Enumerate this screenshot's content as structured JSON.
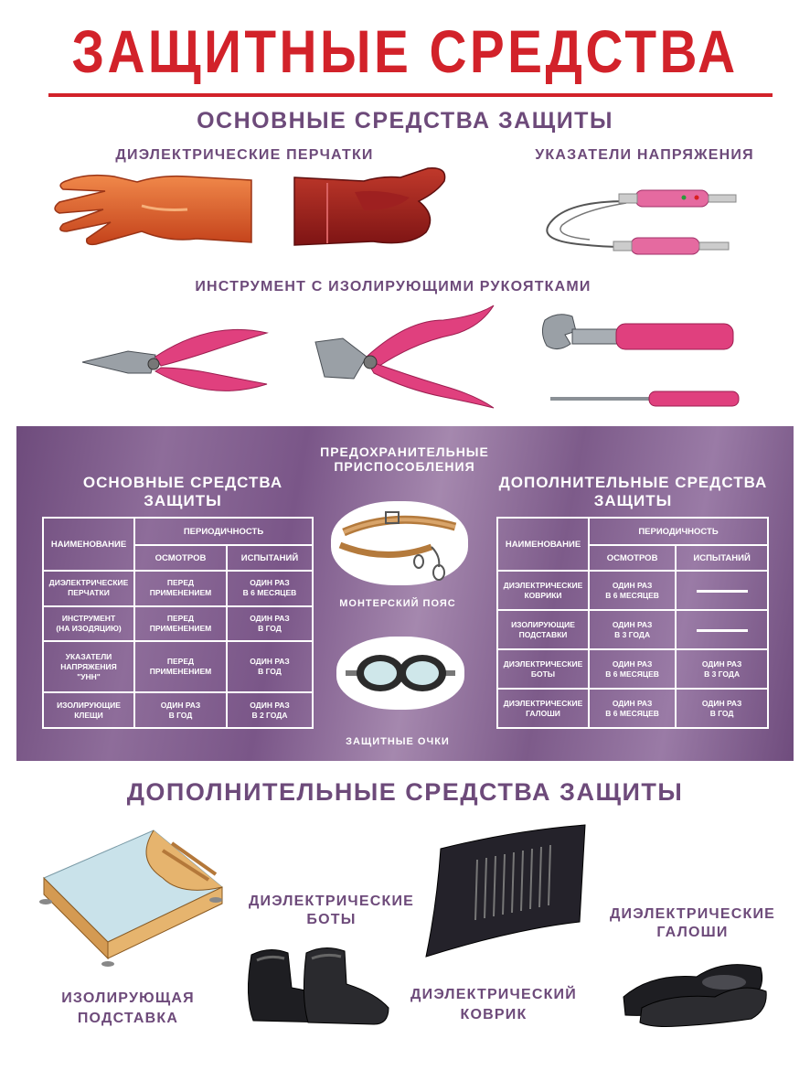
{
  "title": "ЗАЩИТНЫЕ СРЕДСТВА",
  "main": {
    "heading": "ОСНОВНЫЕ СРЕДСТВА ЗАЩИТЫ",
    "gloves_label": "ДИЭЛЕКТРИЧЕСКИЕ ПЕРЧАТКИ",
    "indicators_label": "УКАЗАТЕЛИ НАПРЯЖЕНИЯ",
    "tools_label": "ИНСТРУМЕНТ С ИЗОЛИРУЮЩИМИ РУКОЯТКАМИ"
  },
  "band": {
    "left_heading_1": "ОСНОВНЫЕ СРЕДСТВА",
    "left_heading_2": "ЗАЩИТЫ",
    "center_heading_1": "ПРЕДОХРАНИТЕЛЬНЫЕ",
    "center_heading_2": "ПРИСПОСОБЛЕНИЯ",
    "belt_label": "МОНТЕРСКИЙ ПОЯС",
    "goggles_label": "ЗАЩИТНЫЕ ОЧКИ",
    "right_heading_1": "ДОПОЛНИТЕЛЬНЫЕ СРЕДСТВА",
    "right_heading_2": "ЗАЩИТЫ"
  },
  "table_headers": {
    "name": "НАИМЕНОВАНИЕ",
    "period": "ПЕРИОДИЧНОСТЬ",
    "inspections": "ОСМОТРОВ",
    "tests": "ИСПЫТАНИЙ"
  },
  "left_table": [
    {
      "name_1": "ДИЭЛЕКТРИЧЕСКИЕ",
      "name_2": "ПЕРЧАТКИ",
      "name_3": "",
      "insp_1": "ПЕРЕД",
      "insp_2": "ПРИМЕНЕНИЕМ",
      "test_1": "ОДИН РАЗ",
      "test_2": "В 6 МЕСЯЦЕВ"
    },
    {
      "name_1": "ИНСТРУМЕНТ",
      "name_2": "(НА ИЗОДЯЦИЮ)",
      "name_3": "",
      "insp_1": "ПЕРЕД",
      "insp_2": "ПРИМЕНЕНИЕМ",
      "test_1": "ОДИН РАЗ",
      "test_2": "В ГОД"
    },
    {
      "name_1": "УКАЗАТЕЛИ",
      "name_2": "НАПРЯЖЕНИЯ",
      "name_3": "\"УНН\"",
      "insp_1": "ПЕРЕД",
      "insp_2": "ПРИМЕНЕНИЕМ",
      "test_1": "ОДИН РАЗ",
      "test_2": "В ГОД"
    },
    {
      "name_1": "ИЗОЛИРУЮЩИЕ",
      "name_2": "КЛЕЩИ",
      "name_3": "",
      "insp_1": "ОДИН РАЗ",
      "insp_2": "В ГОД",
      "test_1": "ОДИН РАЗ",
      "test_2": "В 2 ГОДА"
    }
  ],
  "right_table": [
    {
      "name_1": "ДИЭЛЕКТРИЧЕСКИЕ",
      "name_2": "КОВРИКИ",
      "insp_1": "ОДИН РАЗ",
      "insp_2": "В 6 МЕСЯЦЕВ",
      "test_1": "",
      "test_2": ""
    },
    {
      "name_1": "ИЗОЛИРУЮЩИЕ",
      "name_2": "ПОДСТАВКИ",
      "insp_1": "ОДИН РАЗ",
      "insp_2": "В 3 ГОДА",
      "test_1": "",
      "test_2": ""
    },
    {
      "name_1": "ДИЭЛЕКТРИЧЕСКИЕ",
      "name_2": "БОТЫ",
      "insp_1": "ОДИН РАЗ",
      "insp_2": "В 6 МЕСЯЦЕВ",
      "test_1": "ОДИН РАЗ",
      "test_2": "В 3 ГОДА"
    },
    {
      "name_1": "ДИЭЛЕКТРИЧЕСКИЕ",
      "name_2": "ГАЛОШИ",
      "insp_1": "ОДИН РАЗ",
      "insp_2": "В 6 МЕСЯЦЕВ",
      "test_1": "ОДИН РАЗ",
      "test_2": "В ГОД"
    }
  ],
  "additional": {
    "heading": "ДОПОЛНИТЕЛЬНЫЕ СРЕДСТВА ЗАЩИТЫ",
    "boots_1": "ДИЭЛЕКТРИЧЕСКИЕ",
    "boots_2": "БОТЫ",
    "galoshes_1": "ДИЭЛЕКТРИЧЕСКИЕ",
    "galoshes_2": "ГАЛОШИ",
    "stand_1": "ИЗОЛИРУЮЩАЯ",
    "stand_2": "ПОДСТАВКА",
    "mat_1": "ДИЭЛЕКТРИЧЕСКИЙ",
    "mat_2": "КОВРИК"
  },
  "colors": {
    "title_red": "#d2222a",
    "heading_purple": "#6d4a7a",
    "band_purple": "#7e5b8c",
    "tool_handle_pink": "#e0407e",
    "glove_orange": "#e2622e",
    "glove_red": "#a51f1f"
  },
  "icons": [
    "glove-left-icon",
    "glove-right-icon",
    "voltage-indicator-icon",
    "pliers-icon",
    "combination-pliers-icon",
    "adjustable-wrench-icon",
    "screwdriver-icon",
    "safety-belt-icon",
    "goggles-icon",
    "insulating-stand-icon",
    "dielectric-boots-icon",
    "dielectric-mat-icon",
    "dielectric-galoshes-icon"
  ]
}
